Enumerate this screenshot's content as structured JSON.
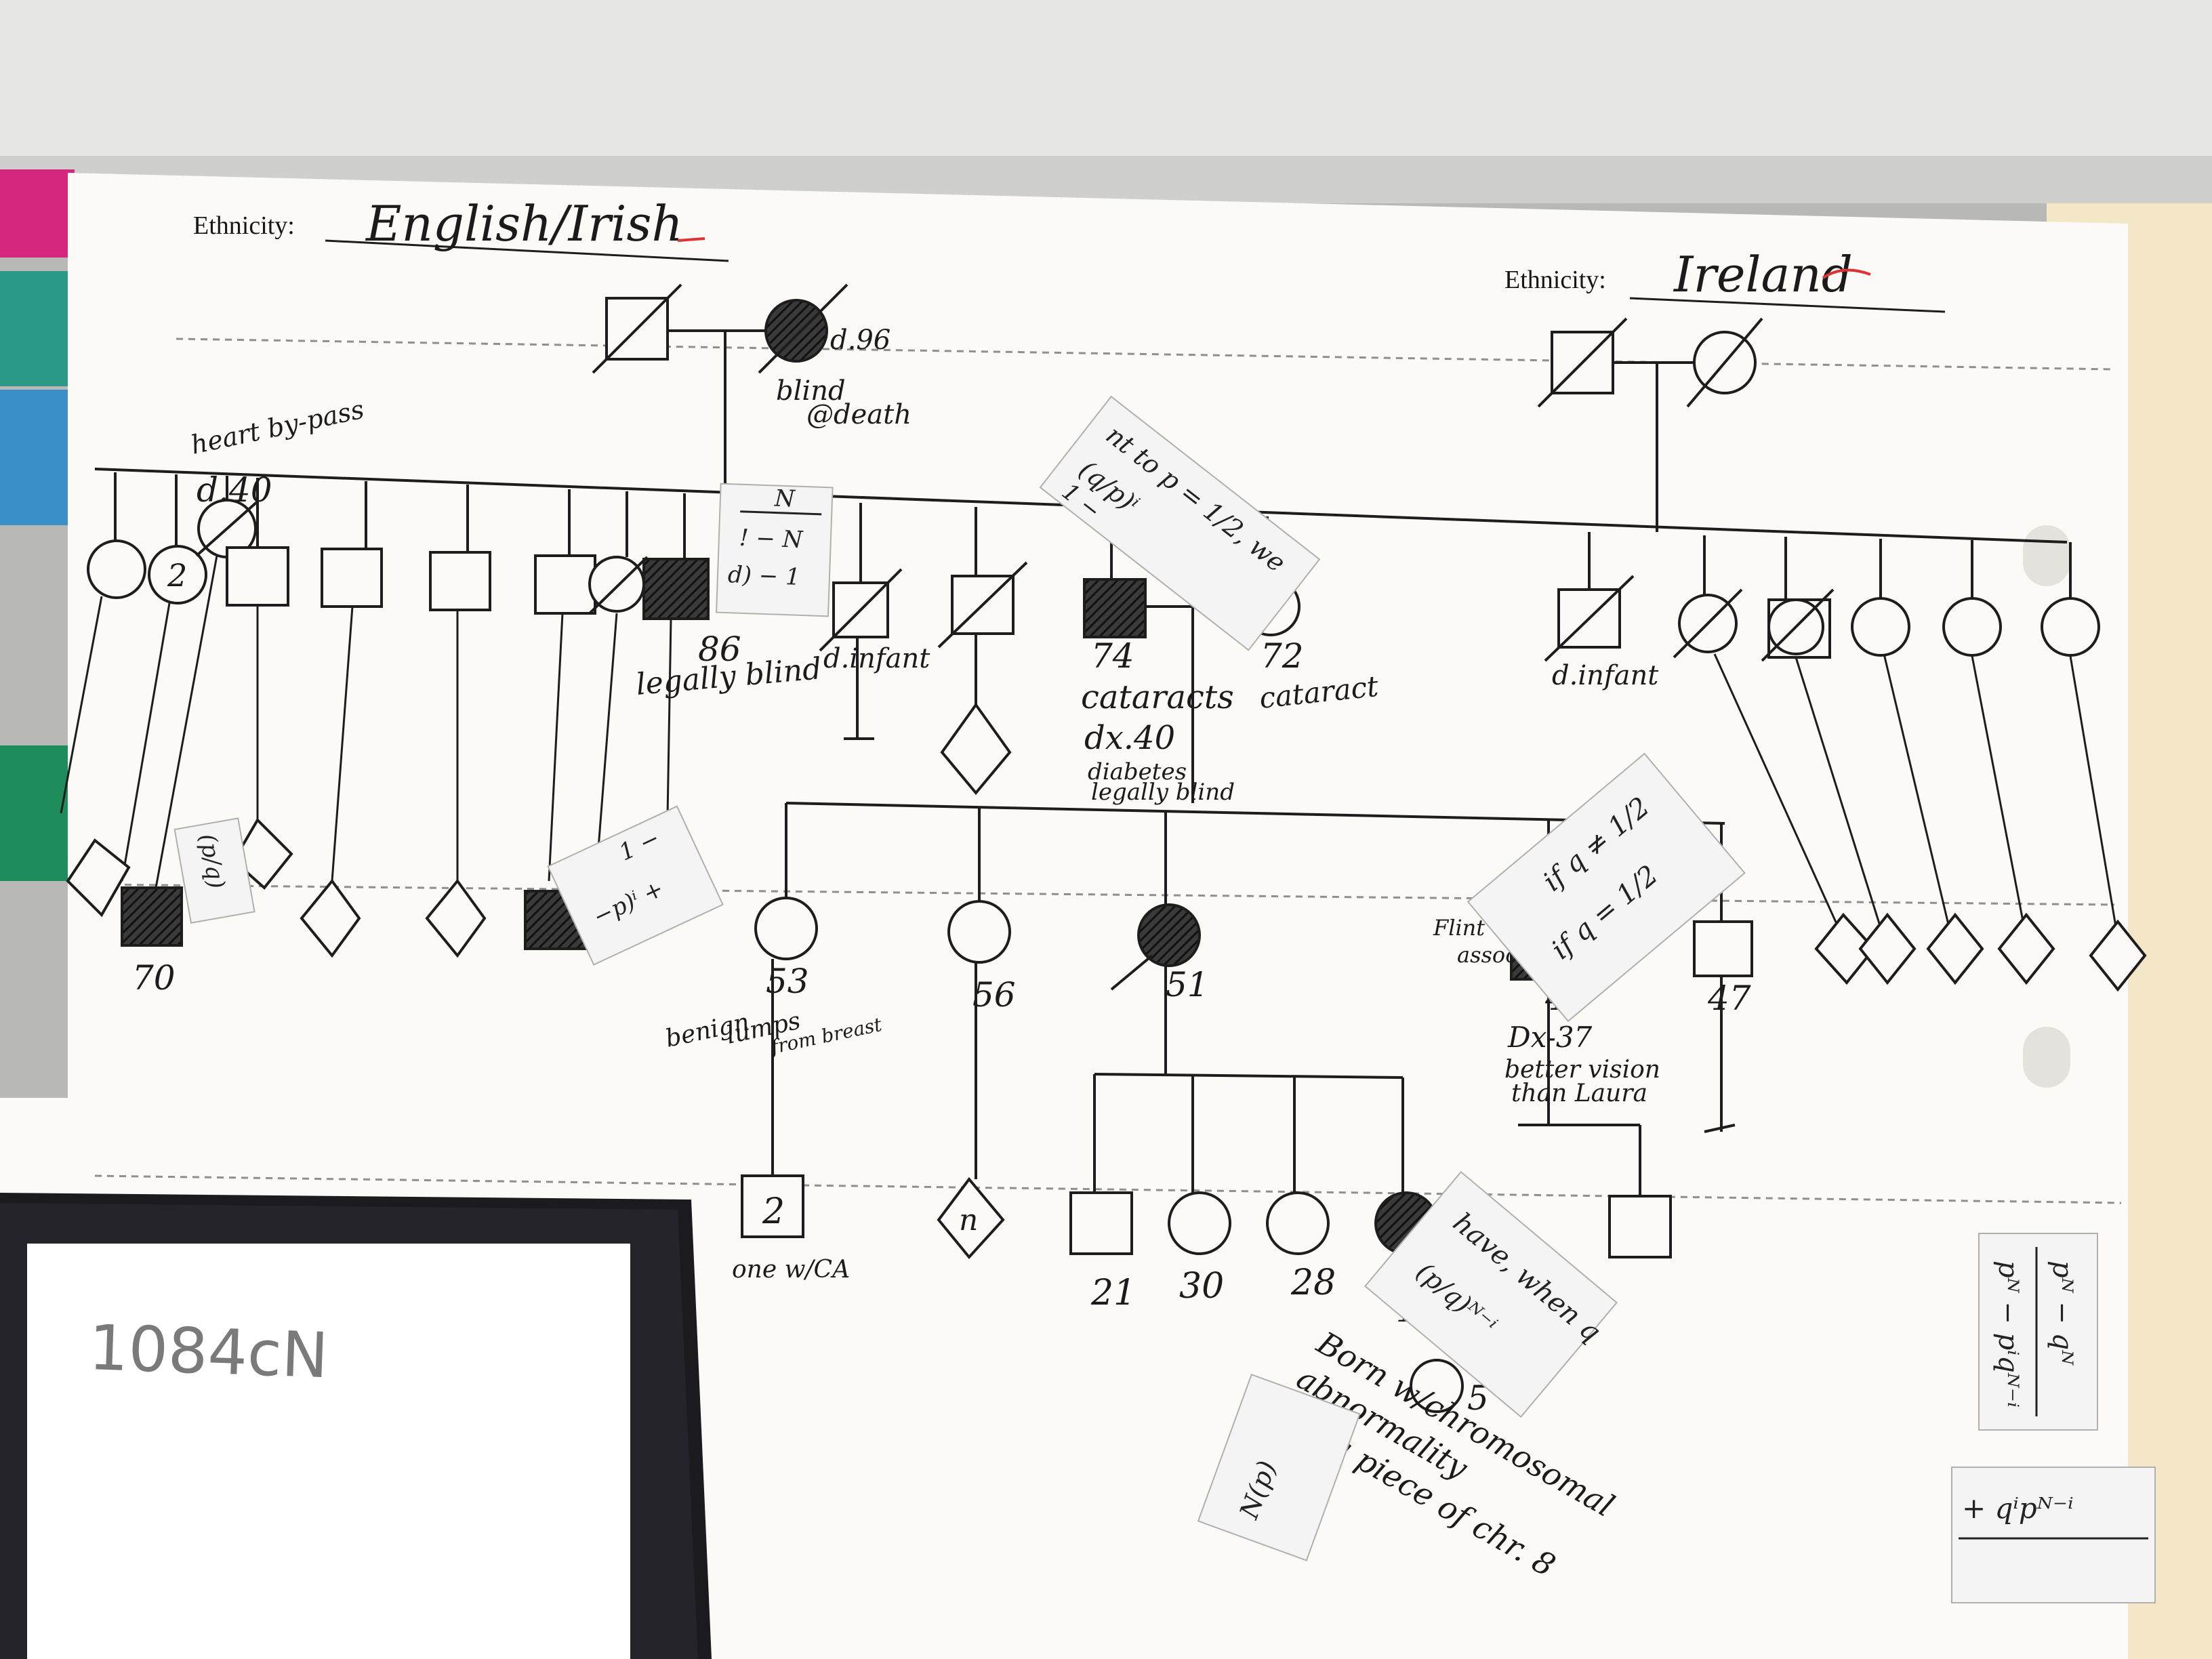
{
  "header": {
    "ethnicity_label": "Ethnicity:",
    "left_ethnicity": "English/Irish",
    "right_ethnicity": "Ireland"
  },
  "gen1": {
    "left_female_note": "d.96",
    "blind_note": "blind",
    "at_death_note": "@death"
  },
  "gen2": {
    "left_count": "2",
    "d40_note": "d.40",
    "heart_note": "heart by-pass",
    "age_86": "86",
    "legally_blind": "legally blind",
    "infant_note": "d.infant",
    "father_age": "74",
    "father_cataracts": "cataracts",
    "father_dx": "dx.40",
    "father_diabetes": "diabetes",
    "father_blind": "legally blind",
    "mother_age": "72",
    "mother_note": "cataract"
  },
  "gen3": {
    "age_70": "70",
    "age_53": "53",
    "benign_note": "benign",
    "lumps_note": "lumps",
    "breast_note": "from breast",
    "age_56": "56",
    "age_51": "51",
    "flint_note": "Flint",
    "assoc_note": "assoc",
    "age_45": "45",
    "dx_note": "Dx-37",
    "vision_note": "better vision",
    "than_note": "than Laura",
    "age_47": "47"
  },
  "gen4": {
    "count_2": "2",
    "one_note": "one w/CA",
    "n_label": "n",
    "age_21": "21",
    "age_30": "30",
    "age_28": "28",
    "age_18": "18",
    "age_5": "5",
    "born_note": "Born w/chromosomal",
    "abnormality_note": "abnormality",
    "extra_note": "extra piece of chr. 8"
  },
  "scraps": {
    "s1_line1": "N",
    "s1_line2": "! − N",
    "s1_line3": "d) − 1",
    "s2_line1": "nt to p = 1/2, we",
    "s2_line2": "(q/p)ⁱ",
    "s2_line3": "1 −",
    "s3_line1": "(p/q)",
    "s4_line1": "1 −",
    "s4_line2": "−p)ⁱ +",
    "s5_line1": "if q ≠ 1/2",
    "s5_line2": "if q = 1/2",
    "s6_line1": "have, when q",
    "s6_line2": "(p/q)ᴺ⁻ⁱ",
    "s7_line1": "N(p)",
    "s8_line1": "pᴺ − qᴺ",
    "s8_line2": "pᴺ − pⁱqᴺ⁻ⁱ",
    "s9_line1": "+ qⁱpᴺ⁻ⁱ"
  },
  "binder": {
    "label": "1084cN"
  }
}
